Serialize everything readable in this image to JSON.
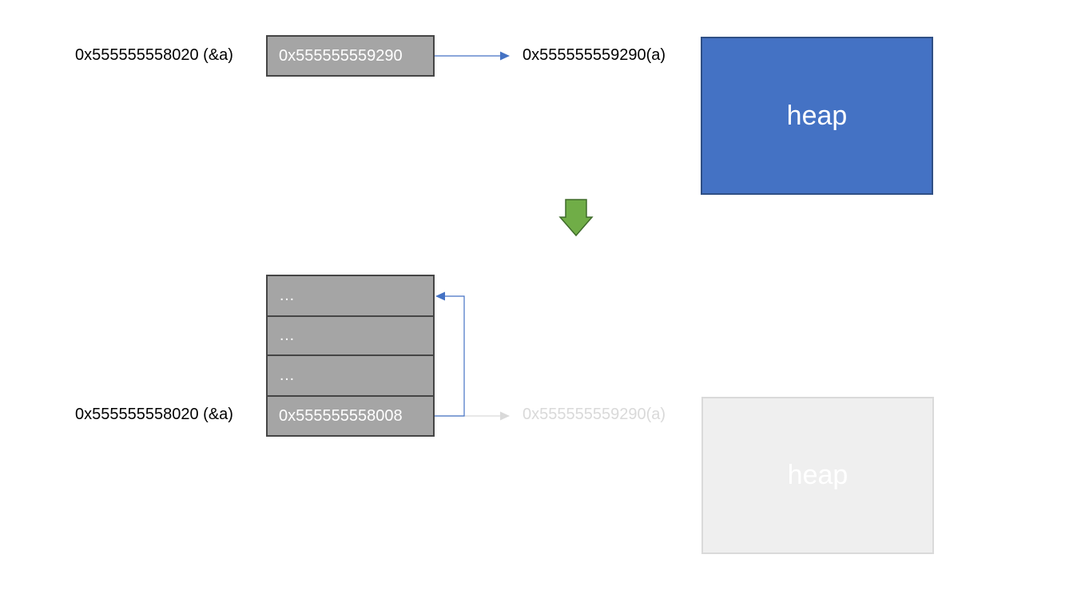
{
  "top": {
    "var_label": "0x555555558020 (&a)",
    "cell_value": "0x555555559290",
    "target_label": "0x555555559290(a)",
    "heap_label": "heap"
  },
  "bottom": {
    "cells": [
      "…",
      "…",
      "…",
      "0x555555558008"
    ],
    "var_label": "0x555555558020 (&a)",
    "target_label": "0x555555559290(a)",
    "heap_label": "heap"
  },
  "colors": {
    "heap_active": "#4472c4",
    "heap_faded": "#efefef",
    "cell_fill": "#a5a5a5",
    "arrow_blue": "#4472c4",
    "arrow_down_green": "#70ad47"
  }
}
